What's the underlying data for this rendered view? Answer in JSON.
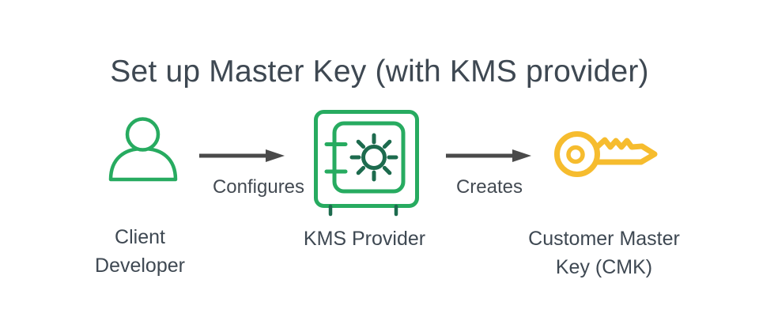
{
  "title": "Set up Master Key (with KMS provider)",
  "colors": {
    "background": "#FFFFFF",
    "green": "#27AB60",
    "dark_green": "#1D6B4E",
    "amber": "#F6BC2E",
    "text": "#3E4852",
    "arrow": "#4A4A4A"
  },
  "nodes": [
    {
      "id": "client-developer",
      "icon": "person-icon",
      "label": "Client\nDeveloper"
    },
    {
      "id": "kms-provider",
      "icon": "safe-icon",
      "label": "KMS Provider"
    },
    {
      "id": "customer-master-key",
      "icon": "key-icon",
      "label": "Customer Master\nKey (CMK)"
    }
  ],
  "edges": [
    {
      "from": "client-developer",
      "to": "kms-provider",
      "label": "Configures"
    },
    {
      "from": "kms-provider",
      "to": "customer-master-key",
      "label": "Creates"
    }
  ]
}
